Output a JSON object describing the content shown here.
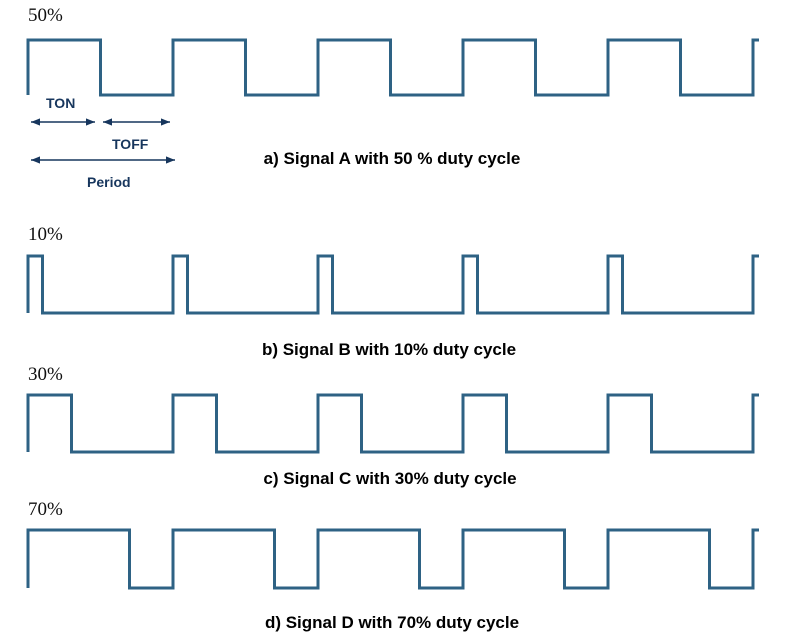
{
  "figure": {
    "waveform_color": "#2E6284",
    "annotation_color": "#17365D",
    "background_color": "#FFFFFF"
  },
  "annotations": {
    "ton_label": "TON",
    "toff_label": "TOFF",
    "period_label": "Period"
  },
  "signals": [
    {
      "id": "A",
      "duty_label": "50%",
      "duty_percent": 50,
      "caption": "a) Signal A with 50 % duty cycle"
    },
    {
      "id": "B",
      "duty_label": "10%",
      "duty_percent": 10,
      "caption": "b) Signal B with 10% duty cycle"
    },
    {
      "id": "C",
      "duty_label": "30%",
      "duty_percent": 30,
      "caption": "c) Signal C with 30% duty cycle"
    },
    {
      "id": "D",
      "duty_label": "70%",
      "duty_percent": 70,
      "caption": "d) Signal D with 70% duty cycle"
    }
  ]
}
